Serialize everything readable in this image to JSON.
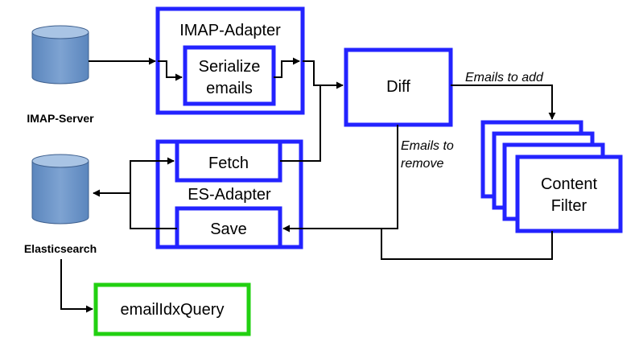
{
  "colors": {
    "box_stroke": "#2323ff",
    "query_stroke": "#22d011",
    "db_fill": "#6f96c8",
    "db_top": "#a9c4e4"
  },
  "nodes": {
    "imap_server": "IMAP-Server",
    "elasticsearch": "Elasticsearch",
    "imap_adapter": "IMAP-Adapter",
    "serialize": [
      "Serialize",
      "emails"
    ],
    "diff": "Diff",
    "fetch": "Fetch",
    "es_adapter": "ES-Adapter",
    "save": "Save",
    "content_filter": [
      "Content",
      "Filter"
    ],
    "email_idx_query": "emailIdxQuery"
  },
  "edges": {
    "emails_to_add": "Emails to add",
    "emails_to_remove": [
      "Emails to",
      "remove"
    ]
  }
}
